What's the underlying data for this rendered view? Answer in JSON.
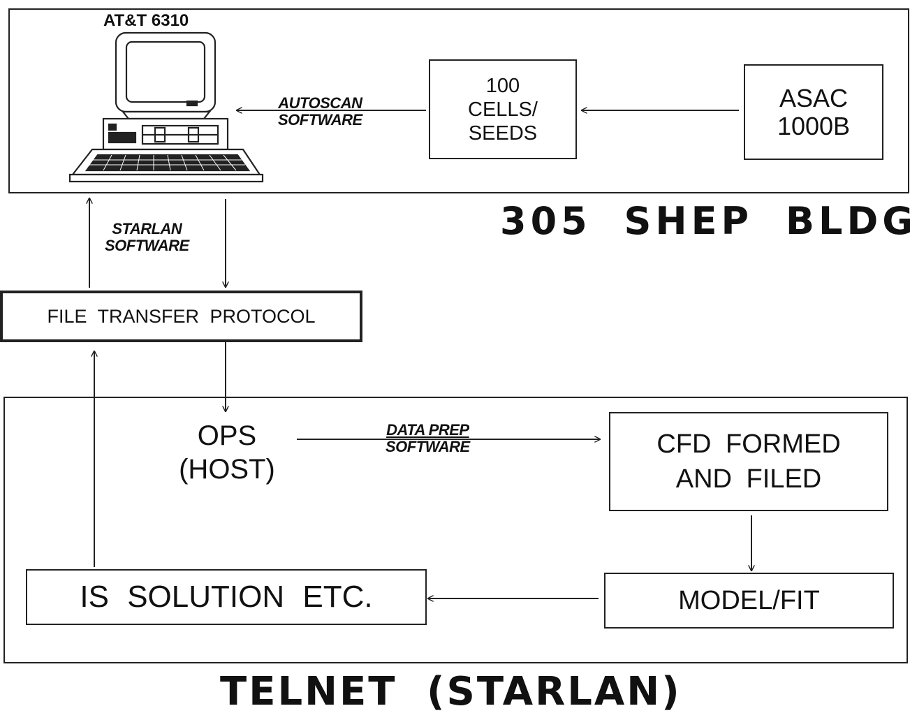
{
  "diagram": {
    "computer_label": "AT&T 6310",
    "top_region_label": "305 SHEP BLDG",
    "bottom_region_label": "TELNET (STARLAN)",
    "nodes": {
      "asac": [
        "ASAC",
        "1000B"
      ],
      "cells": [
        "100",
        "CELLS/",
        "SEEDS"
      ],
      "ftp": "FILE TRANSFER PROTOCOL",
      "ops": [
        "OPS",
        "(HOST)"
      ],
      "cfd": [
        "CFD FORMED",
        "AND FILED"
      ],
      "model": "MODEL/FIT",
      "is_solution": "IS SOLUTION ETC."
    },
    "edge_labels": {
      "autoscan": [
        "AUTOSCAN",
        "SOFTWARE"
      ],
      "starlan": [
        "STARLAN",
        "SOFTWARE"
      ],
      "data_prep": [
        "DATA PREP",
        "SOFTWARE"
      ]
    }
  }
}
